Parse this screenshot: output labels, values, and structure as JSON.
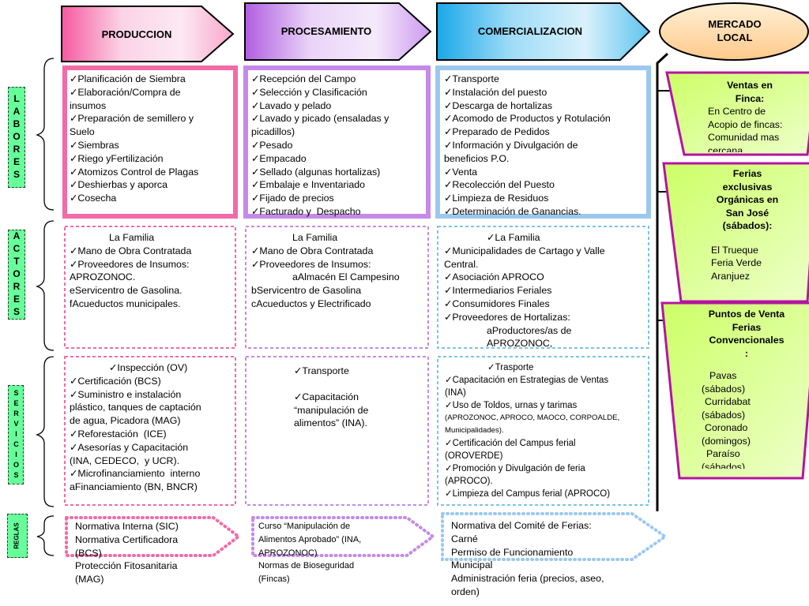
{
  "stages": {
    "produccion": "PRODUCCION",
    "procesamiento": "PROCESAMIENTO",
    "comercializacion": "COMERCIALIZACION",
    "mercado": [
      "MERCADO",
      "LOCAL"
    ]
  },
  "side_tags": {
    "labores": "LABORES",
    "actores": "ACTORES",
    "servicios": "SERVICIOS",
    "reglas": "REGLAS"
  },
  "labores": {
    "produccion": [
      "✓Planificación de Siembra",
      "✓Elaboración/Compra de",
      "insumos",
      "✓Preparación de semillero y",
      "Suelo",
      "✓Siembras",
      "✓Riego yFertilización",
      "✓Atomizos Control de Plagas",
      "✓Deshierbas y aporca",
      "✓Cosecha"
    ],
    "procesamiento": [
      "✓Recepción del Campo",
      "✓Selección y Clasificación",
      "✓Lavado y pelado",
      "✓Lavado y picado (ensaladas y",
      "picadillos)",
      "✓Pesado",
      "✓Empacado",
      "✓Sellado (algunas hortalizas)",
      "✓Embalaje e Inventariado",
      "✓Fijado de precios",
      "✓Facturado y  Despacho"
    ],
    "comercializacion": [
      "✓Transporte",
      "✓Instalación del puesto",
      "✓Descarga de hortalizas",
      "✓Acomodo de Productos y Rotulación",
      "✓Preparado de Pedidos",
      "✓Información y Divulgación de",
      "beneficios P.O.",
      "✓Venta",
      "✓Recolección del Puesto",
      "✓Limpieza de Residuos",
      "✓Determinación de Ganancias."
    ]
  },
  "actores": {
    "produccion": [
      "La Familia",
      "✓Mano de Obra Contratada",
      "✓Proveedores de Insumos:",
      "APROZONOC.",
      "eServicentro de Gasolina.",
      "fAcueductos municipales."
    ],
    "procesamiento": [
      "La Familia",
      "✓Mano de Obra Contratada",
      "✓Proveedores de Insumos:",
      "aAlmacén El Campesino",
      "bServicentro de Gasolina",
      "cAcueductos y Electrificado"
    ],
    "comercializacion": [
      "✓La Familia",
      "✓Municipalidades de Cartago y Valle",
      "Central.",
      "✓Asociación APROCO",
      "✓Intermediarios Feriales",
      "✓Consumidores Finales",
      "✓Proveedores de Hortalizas:",
      "aProductores/as de",
      "APROZONOC,"
    ]
  },
  "servicios": {
    "produccion": [
      "✓Inspección (OV)",
      "✓Certificación (BCS)",
      "✓Suministro e instalación",
      "plástico, tanques de captación",
      "de agua, Picadora (MAG)",
      "✓Reforestación  (ICE)",
      "✓Asesorías y Capacitación",
      "(INA, CEDECO,  y UCR).",
      "✓Microfinanciamiento  interno",
      "aFinanciamiento (BN, BNCR)"
    ],
    "procesamiento": [
      "✓Transporte",
      "",
      "✓Capacitación",
      "“manipulación de",
      "alimentos” (INA)."
    ],
    "comercializacion": [
      "✓Trasporte",
      "✓Capacitación en Estrategias de Ventas",
      "(INA)",
      "✓Uso de Toldos, urnas y tarimas",
      "(APROZONOC, APROCO, MAOCO, CORPOALDE,",
      "Municipalidades).",
      "✓Certificación del Campus ferial",
      "(OROVERDE)",
      "✓Promoción y Divulgación de feria",
      "(APROCO).",
      "✓Limpieza del Campus ferial (APROCO)"
    ]
  },
  "reglas": {
    "produccion": [
      "Normativa Interna (SIC)",
      "Normativa Certificadora",
      "(BCS)",
      "Protección Fitosanitaria",
      "(MAG)"
    ],
    "procesamiento": [
      "Curso “Manipulación de",
      "Alimentos Aprobado” (INA,",
      "APROZONOC)",
      "Normas de Bioseguridad",
      "(Fincas)"
    ],
    "comercializacion": [
      "Normativa del Comité de Ferias:",
      "Carné",
      "Permiso de Funcionamiento",
      "Municipal",
      "Administración feria (precios, aseo,",
      "orden)"
    ]
  },
  "mercado": {
    "ventas": {
      "title": [
        "Ventas en",
        "Finca:"
      ],
      "body": [
        "En Centro de",
        "Acopio de fincas:",
        "Comunidad mas",
        "cercana."
      ]
    },
    "ferias": {
      "title": [
        "Ferias",
        "exclusivas",
        "Orgánicas en",
        "San José",
        "(sábados):"
      ],
      "body": [
        "El Trueque",
        "Feria Verde",
        "Aranjuez"
      ]
    },
    "puntos": {
      "title": [
        "Puntos de Venta",
        "Ferias",
        "Convencionales",
        ":"
      ],
      "body": [
        "Pavas",
        "(sábados)",
        "Curridabat",
        "(sábados)",
        "Coronado",
        "(domingos)",
        "Paraíso",
        "(sábados)"
      ]
    }
  },
  "colors": {
    "pink": "#f36aa8",
    "purple": "#c58ae8",
    "blue": "#9cc8f0",
    "green_fill": "#ccff66",
    "magenta_border": "#b414a0",
    "tag_green": "#66ff99",
    "mercado_fill": "#ffe0b0"
  }
}
